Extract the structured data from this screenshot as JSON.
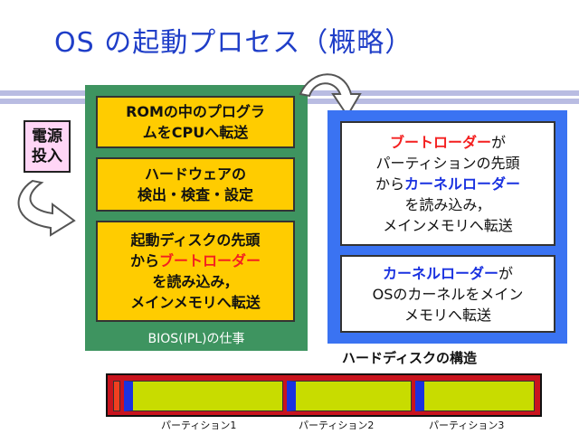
{
  "title": "OS の起動プロセス（概略）",
  "power": [
    "電源",
    "投入"
  ],
  "bios": {
    "steps": [
      [
        "ROMの中のプログラ",
        "ムをCPUへ転送"
      ],
      [
        "ハードウェアの",
        "検出・検査・設定"
      ],
      [
        "起動ディスクの先頭",
        "から",
        "ブートローダー",
        "を読み込み，",
        "メインメモリへ転送"
      ]
    ],
    "label": "BIOS(IPL)の仕事"
  },
  "hdd": {
    "bootloader_note": [
      "ブートローダー",
      "が",
      "パーティションの先頭",
      "から",
      "カーネルローダー",
      "を読み込み，",
      "メインメモリへ転送"
    ],
    "kernel_note": [
      "カーネルローダー",
      "が",
      "OSのカーネルをメイン",
      "メモリへ転送"
    ],
    "caption": "ハードディスクの構造"
  },
  "partitions": [
    "パーティション1",
    "パーティション2",
    "パーティション3"
  ],
  "colors": {
    "title": "#1f3ec8",
    "bios_bg": "#3e9460",
    "step_bg": "#ffcc00",
    "hdd_bg": "#3a73f2",
    "highlight_red": "#f42020",
    "highlight_blue": "#1a32e0",
    "disk_border": "#c9141e",
    "partition_header": "#1a32e0",
    "partition_body": "#c8dc00",
    "mbr": "#f04020"
  },
  "icons": {
    "arrow": "curved-arrow-icon"
  }
}
